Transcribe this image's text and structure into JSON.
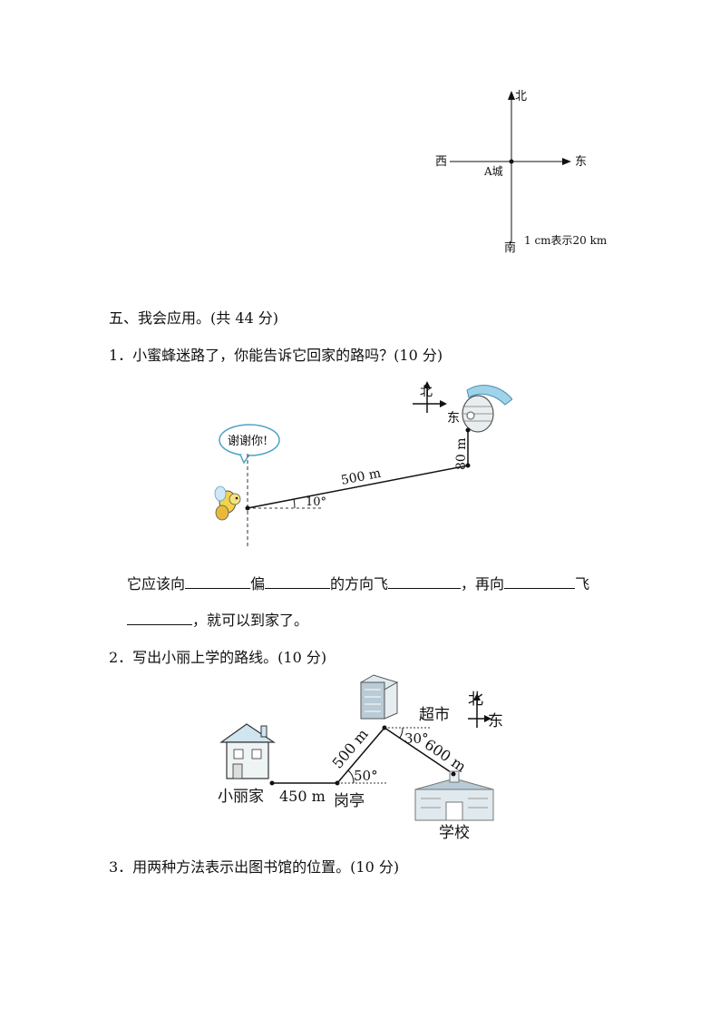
{
  "compass_top": {
    "north": "北",
    "south": "南",
    "west": "西",
    "east": "东",
    "center_label": "A城",
    "scale": "1 cm表示20 km"
  },
  "section5": {
    "heading": "五、我会应用。(共 44 分)"
  },
  "q1": {
    "prompt": "1．小蜜蜂迷路了，你能告诉它回家的路吗？(10 分)",
    "speech": "谢谢你!",
    "compass_north": "北",
    "compass_east": "东",
    "dist_long": "500 m",
    "dist_short": "80 m",
    "angle": "10°",
    "answer_line1": {
      "part1": "它应该向",
      "part2": "偏",
      "part3": "的方向飞",
      "part4": "，再向",
      "part5": "飞"
    },
    "answer_line2": {
      "part1": "，就可以到家了。"
    }
  },
  "q2": {
    "prompt": "2．写出小丽上学的路线。(10 分)",
    "home": "小丽家",
    "seg1": "450 m",
    "kiosk": "岗亭",
    "seg2": "500 m",
    "angle1": "50°",
    "market": "超市",
    "angle2": "30°",
    "seg3": "600 m",
    "school": "学校",
    "compass_north": "北",
    "compass_east": "东"
  },
  "q3": {
    "prompt": "3．用两种方法表示出图书馆的位置。(10 分)"
  }
}
